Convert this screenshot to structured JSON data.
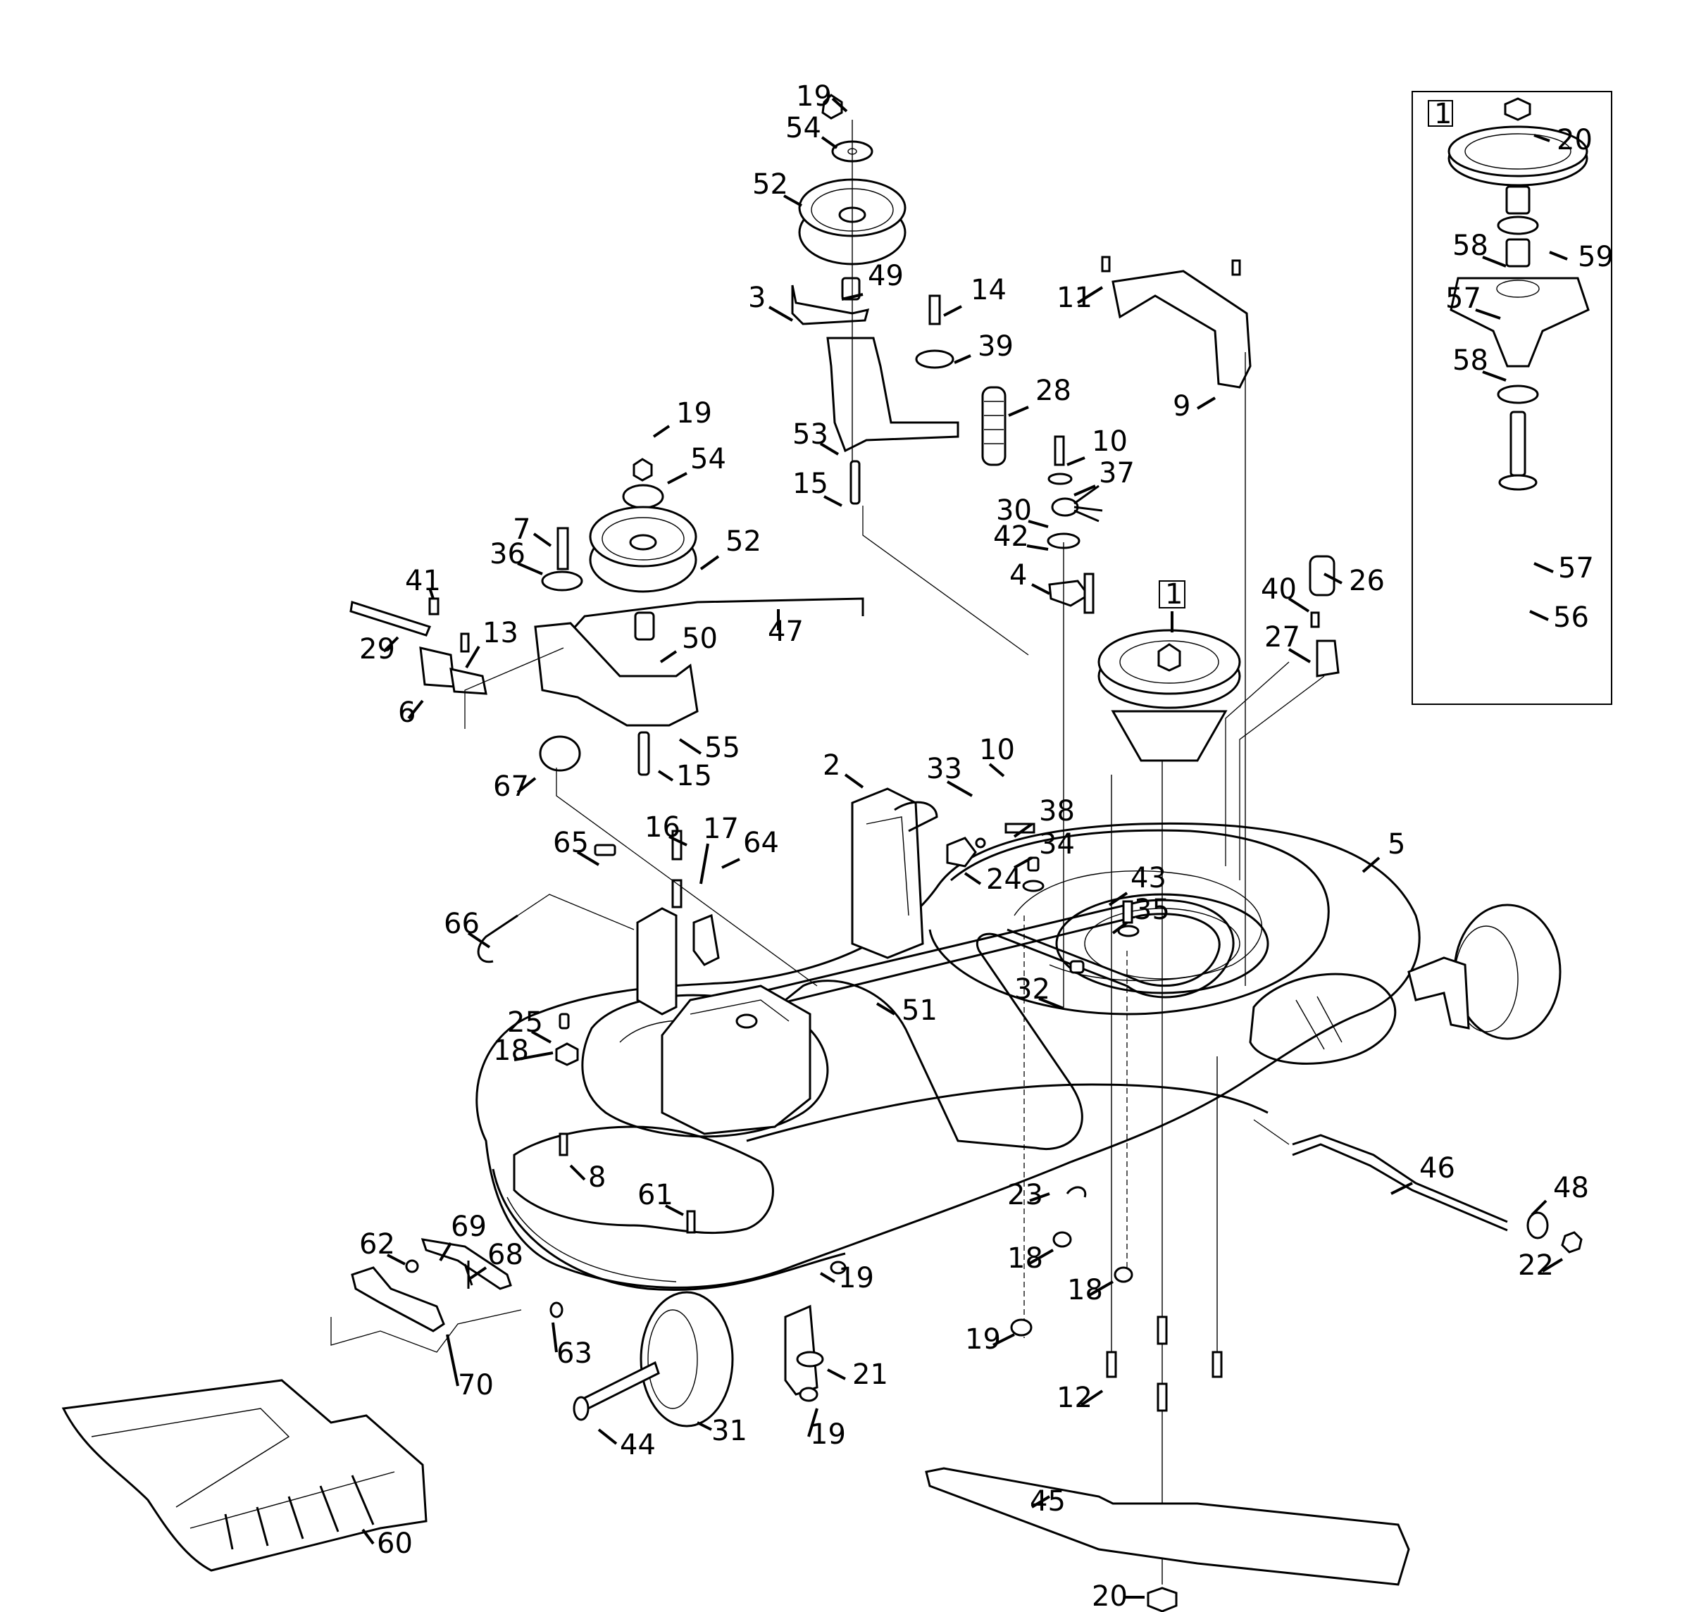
{
  "title": "Mower Deck Exploded Parts Diagram",
  "inset": {
    "ref_box_label": "1",
    "callouts": [
      "20",
      "59",
      "58",
      "57",
      "58",
      "57",
      "56"
    ]
  },
  "main_ref_box_label": "1",
  "callouts": [
    {
      "id": "c19a",
      "label": "19",
      "part": "flange-nut"
    },
    {
      "id": "c54a",
      "label": "54",
      "part": "idler-washer-cup"
    },
    {
      "id": "c52a",
      "label": "52",
      "part": "idler-pulley"
    },
    {
      "id": "c3",
      "label": "3",
      "part": "bracket-arm"
    },
    {
      "id": "c49",
      "label": "49",
      "part": "spacer-bushing"
    },
    {
      "id": "c14",
      "label": "14",
      "part": "bolt"
    },
    {
      "id": "c39",
      "label": "39",
      "part": "washer"
    },
    {
      "id": "c53",
      "label": "53",
      "part": "idler-bracket"
    },
    {
      "id": "c15a",
      "label": "15",
      "part": "shoulder-bolt"
    },
    {
      "id": "c28",
      "label": "28",
      "part": "extension-spring"
    },
    {
      "id": "c11",
      "label": "11",
      "part": "screw"
    },
    {
      "id": "c9",
      "label": "9",
      "part": "belt-guard"
    },
    {
      "id": "c10a",
      "label": "10",
      "part": "bolt"
    },
    {
      "id": "c37",
      "label": "37",
      "part": "washer"
    },
    {
      "id": "c30",
      "label": "30",
      "part": "torsion-spring"
    },
    {
      "id": "c42",
      "label": "42",
      "part": "bushing"
    },
    {
      "id": "c4",
      "label": "4",
      "part": "belt-keeper"
    },
    {
      "id": "c1",
      "label": "1",
      "part": "spindle-assembly"
    },
    {
      "id": "c19b",
      "label": "19",
      "part": "flange-nut"
    },
    {
      "id": "c54b",
      "label": "54",
      "part": "idler-washer-cup"
    },
    {
      "id": "c52b",
      "label": "52",
      "part": "idler-pulley"
    },
    {
      "id": "c7",
      "label": "7",
      "part": "bolt"
    },
    {
      "id": "c36",
      "label": "36",
      "part": "washer"
    },
    {
      "id": "c41",
      "label": "41",
      "part": "screw"
    },
    {
      "id": "c13",
      "label": "13",
      "part": "screw"
    },
    {
      "id": "c29",
      "label": "29",
      "part": "extension-spring"
    },
    {
      "id": "c6",
      "label": "6",
      "part": "bracket"
    },
    {
      "id": "c50",
      "label": "50",
      "part": "spacer"
    },
    {
      "id": "c47",
      "label": "47",
      "part": "rod"
    },
    {
      "id": "c55",
      "label": "55",
      "part": "idler-arm"
    },
    {
      "id": "c67",
      "label": "67",
      "part": "roller"
    },
    {
      "id": "c15b",
      "label": "15",
      "part": "shoulder-bolt"
    },
    {
      "id": "c26",
      "label": "26",
      "part": "spring"
    },
    {
      "id": "c40",
      "label": "40",
      "part": "screw"
    },
    {
      "id": "c27",
      "label": "27",
      "part": "belt-keeper-pin"
    },
    {
      "id": "c2",
      "label": "2",
      "part": "lift-bracket"
    },
    {
      "id": "c33",
      "label": "33",
      "part": "lock-washer"
    },
    {
      "id": "c10b",
      "label": "10",
      "part": "bolt"
    },
    {
      "id": "c24",
      "label": "24",
      "part": "adjuster"
    },
    {
      "id": "c38",
      "label": "38",
      "part": "bolt"
    },
    {
      "id": "c34",
      "label": "34",
      "part": "washer"
    },
    {
      "id": "c43",
      "label": "43",
      "part": "bolt"
    },
    {
      "id": "c35",
      "label": "35",
      "part": "washer"
    },
    {
      "id": "c5",
      "label": "5",
      "part": "deck-housing"
    },
    {
      "id": "c65",
      "label": "65",
      "part": "spring"
    },
    {
      "id": "c16",
      "label": "16",
      "part": "bolt"
    },
    {
      "id": "c17",
      "label": "17",
      "part": "spacer"
    },
    {
      "id": "c64",
      "label": "64",
      "part": "hair-pin"
    },
    {
      "id": "c66",
      "label": "66",
      "part": "j-pin"
    },
    {
      "id": "c32",
      "label": "32",
      "part": "belt-keeper"
    },
    {
      "id": "c51",
      "label": "51",
      "part": "belt"
    },
    {
      "id": "c25",
      "label": "25",
      "part": "spacer"
    },
    {
      "id": "c18a",
      "label": "18",
      "part": "nut"
    },
    {
      "id": "c8",
      "label": "8",
      "part": "screw"
    },
    {
      "id": "c61",
      "label": "61",
      "part": "screw"
    },
    {
      "id": "c23",
      "label": "23",
      "part": "clip"
    },
    {
      "id": "c46",
      "label": "46",
      "part": "rod"
    },
    {
      "id": "c48",
      "label": "48",
      "part": "washer"
    },
    {
      "id": "c22",
      "label": "22",
      "part": "nut"
    },
    {
      "id": "c69",
      "label": "69",
      "part": "pin"
    },
    {
      "id": "c68",
      "label": "68",
      "part": "spring"
    },
    {
      "id": "c62",
      "label": "62",
      "part": "nut"
    },
    {
      "id": "c19c",
      "label": "19",
      "part": "flange-nut"
    },
    {
      "id": "c18b",
      "label": "18",
      "part": "nut"
    },
    {
      "id": "c18c",
      "label": "18",
      "part": "nut"
    },
    {
      "id": "c19d",
      "label": "19",
      "part": "flange-nut"
    },
    {
      "id": "c63",
      "label": "63",
      "part": "push-nut"
    },
    {
      "id": "c70",
      "label": "70",
      "part": "bracket"
    },
    {
      "id": "c21",
      "label": "21",
      "part": "washer"
    },
    {
      "id": "c12",
      "label": "12",
      "part": "screw"
    },
    {
      "id": "c31",
      "label": "31",
      "part": "gauge-wheel"
    },
    {
      "id": "c19e",
      "label": "19",
      "part": "flange-nut"
    },
    {
      "id": "c44",
      "label": "44",
      "part": "bolt"
    },
    {
      "id": "c45",
      "label": "45",
      "part": "blade"
    },
    {
      "id": "c60",
      "label": "60",
      "part": "discharge-chute"
    },
    {
      "id": "c20",
      "label": "20",
      "part": "blade-nut"
    }
  ]
}
